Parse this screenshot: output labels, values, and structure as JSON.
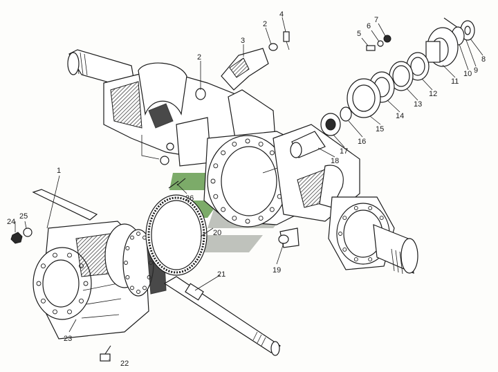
{
  "diagram": {
    "watermark_colors": {
      "green": "#6fa35a",
      "grey": "#b9bcb6"
    },
    "ink_color": "#1a1a1a",
    "callouts": [
      {
        "id": "c1",
        "text": "1"
      },
      {
        "id": "c2a",
        "text": "2"
      },
      {
        "id": "c2b",
        "text": "2"
      },
      {
        "id": "c3",
        "text": "3"
      },
      {
        "id": "c4",
        "text": "4"
      },
      {
        "id": "c5",
        "text": "5"
      },
      {
        "id": "c6",
        "text": "6"
      },
      {
        "id": "c7",
        "text": "7"
      },
      {
        "id": "c8",
        "text": "8"
      },
      {
        "id": "c9",
        "text": "9"
      },
      {
        "id": "c10",
        "text": "10"
      },
      {
        "id": "c11",
        "text": "11"
      },
      {
        "id": "c12",
        "text": "12"
      },
      {
        "id": "c13",
        "text": "13"
      },
      {
        "id": "c14",
        "text": "14"
      },
      {
        "id": "c15",
        "text": "15"
      },
      {
        "id": "c16",
        "text": "16"
      },
      {
        "id": "c17",
        "text": "17"
      },
      {
        "id": "c18",
        "text": "18"
      },
      {
        "id": "c19",
        "text": "19"
      },
      {
        "id": "c20",
        "text": "20"
      },
      {
        "id": "c21",
        "text": "21"
      },
      {
        "id": "c22",
        "text": "22"
      },
      {
        "id": "c23",
        "text": "23"
      },
      {
        "id": "c24",
        "text": "24"
      },
      {
        "id": "c25",
        "text": "25"
      },
      {
        "id": "c26",
        "text": "26"
      }
    ]
  }
}
